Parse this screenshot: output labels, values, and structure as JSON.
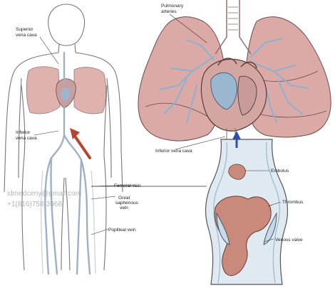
{
  "labels": {
    "superior_vena_cava": [
      "Superior",
      "vena cava"
    ],
    "pulmonary_arteries": [
      "Pulmonary",
      "arteries"
    ],
    "inferior_vena_cava_left": [
      "Inferior",
      "vena cava"
    ],
    "inferior_vena_cava_right": "Inferior vena cava",
    "femoral_vein": "Femoral vein",
    "great_saphenous_vein": [
      "Great",
      "saphenous",
      "vein"
    ],
    "popliteal_vein": "Popliteal vein",
    "embolus": "Embolus",
    "thrombus": "Thrombus",
    "venous_valve": "Venous valve"
  },
  "watermark": {
    "line1": "idmedceny@gmail.com",
    "line2": "+1(816)758-3968"
  },
  "colors": {
    "lung_fill": "#dcaaa6",
    "lung_stroke": "#6b4a4a",
    "vessel_blue": "#7fa6c8",
    "thrombus_fill": "#c98a7c",
    "arrow_red": "#b8432f",
    "arrow_blue": "#2f4fb0",
    "outline": "#555555"
  }
}
